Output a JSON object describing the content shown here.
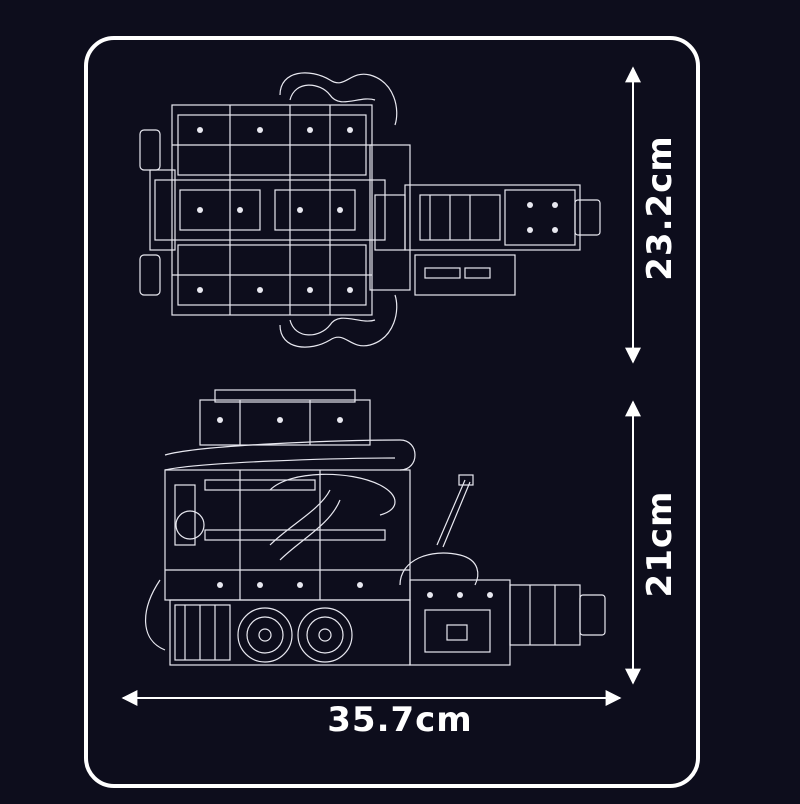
{
  "dimensions": {
    "width": "35.7cm",
    "height_top_view": "23.2cm",
    "height_side_view": "21cm"
  },
  "colors": {
    "background": "#0d0d1c",
    "line": "#ffffff"
  }
}
